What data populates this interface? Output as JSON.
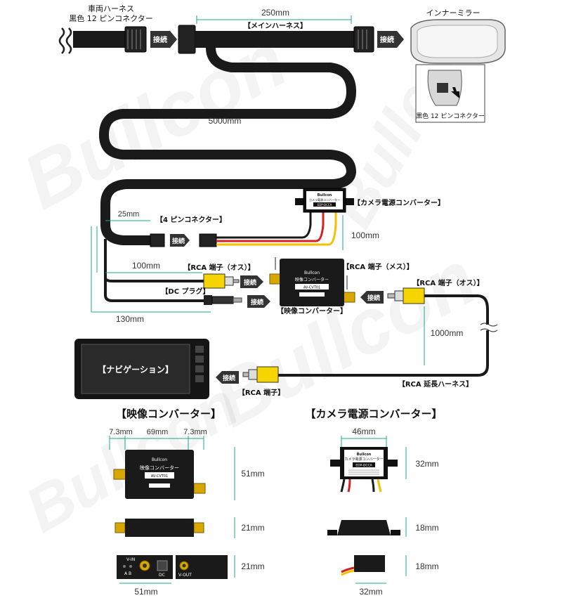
{
  "watermark": "Bullcon",
  "labels": {
    "vehicle_harness": "車両ハーネス",
    "black_12pin_connector": "黒色 12 ピンコネクター",
    "main_harness": "【メインハーネス】",
    "inner_mirror": "インナーミラー",
    "mirror_connector": "黒色 12 ピンコネクター",
    "pin4_connector": "【4 ピンコネクター】",
    "camera_power_converter": "【カメラ電源コンバーター】",
    "rca_male": "【RCA 端子（オス）】",
    "rca_female": "【RCA 端子（メス）】",
    "rca_male_right": "【RCA 端子（オス）】",
    "dc_plug": "【DC プラグ】",
    "video_converter": "【映像コンバーター】",
    "navigation": "【ナビゲーション】",
    "rca_terminal": "【RCA 端子】",
    "rca_extension_harness": "【RCA 延長ハーネス】"
  },
  "connect_label": "接続",
  "dimensions": {
    "d250": "250mm",
    "d5000": "5000mm",
    "d25": "25mm",
    "d100a": "100mm",
    "d100b": "100mm",
    "d130": "130mm",
    "d1000": "1000mm"
  },
  "devices": {
    "brand": "Bullcon",
    "power_conv_name": "カメラ電源コンバーター",
    "power_conv_model": "EDP-DCCA",
    "video_conv_name": "映像コンバーター",
    "video_conv_model": "AV-CVT01"
  },
  "specs": {
    "video_title": "【映像コンバーター】",
    "power_title": "【カメラ電源コンバーター】",
    "v_w1": "7.3mm",
    "v_w2": "69mm",
    "v_w3": "7.3mm",
    "v_h1": "51mm",
    "v_h2": "21mm",
    "v_h3": "21mm",
    "v_w4": "51mm",
    "p_w1": "46mm",
    "p_h1": "32mm",
    "p_h2": "18mm",
    "p_h3": "18mm",
    "p_w2": "32mm",
    "v_in": "V-IN",
    "v_out": "V-OUT",
    "dc": "DC",
    "ab": "A  B"
  },
  "colors": {
    "cable": "#1a1a1a",
    "rca_yellow": "#f5d400",
    "wire_red": "#d32020",
    "wire_yellow": "#f2c200",
    "connect_tag": "#333333"
  }
}
